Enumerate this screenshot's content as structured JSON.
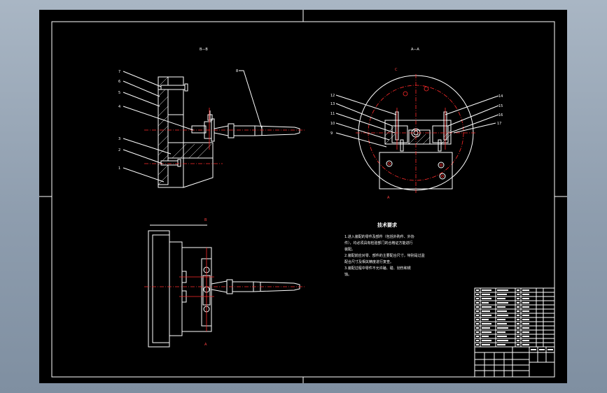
{
  "drawing": {
    "view_bb_label": "B—B",
    "view_aa_label": "A—A",
    "tech_title": "技术要求",
    "tech_notes": [
      "1.进入装配的零件及部件（包括外购件、外协",
      "件），均必须具有检验部门的合格证方能进行",
      "装配。",
      "2.装配前应对零、部件的主要配合尺寸，特别是过盈",
      "配合尺寸及相关精度进行复查。",
      "3.装配过程中零件不允许磕、碰、划伤和锈",
      "蚀。"
    ],
    "callouts_left": [
      "7",
      "6",
      "5",
      "4",
      "3",
      "2",
      "1"
    ],
    "callout_top": "8",
    "callouts_right_view_left": [
      "12",
      "13",
      "11",
      "10",
      "9"
    ],
    "callouts_right_view_right": [
      "14",
      "15",
      "16",
      "17"
    ],
    "section_marks": [
      "B",
      "C",
      "B",
      "A",
      "A"
    ]
  }
}
